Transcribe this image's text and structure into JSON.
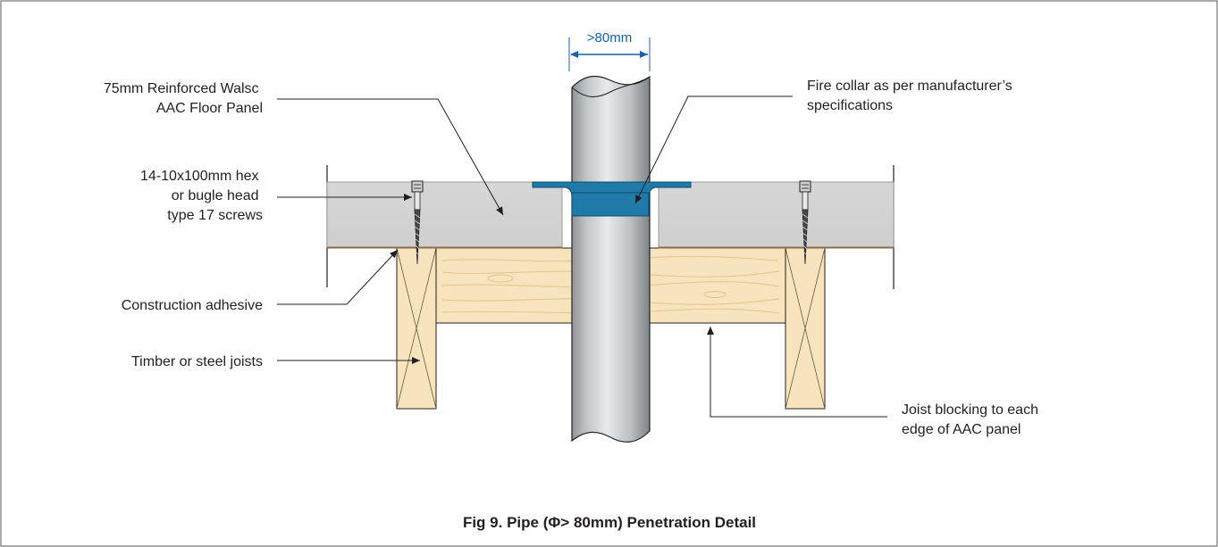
{
  "dimension": {
    "label": ">80mm"
  },
  "labels": {
    "panel": [
      "75mm Reinforced Walsc",
      "AAC Floor Panel"
    ],
    "screws": [
      "14-10x100mm hex",
      "or bugle head",
      "type 17 screws"
    ],
    "adhesive": [
      "Construction adhesive"
    ],
    "joists": [
      "Timber or steel joists"
    ],
    "collar": [
      "Fire collar as per manufacturer’s",
      "specifications"
    ],
    "blocking": [
      "Joist blocking to each",
      "edge of AAC panel"
    ]
  },
  "caption": "Fig 9. Pipe (Φ> 80mm) Penetration Detail",
  "colors": {
    "panel": "#d9d9d9",
    "timber": "#f7e3bd",
    "collar": "#1f7aa8",
    "pipe": "#c9ccce",
    "dimension": "#1b5fa8"
  }
}
